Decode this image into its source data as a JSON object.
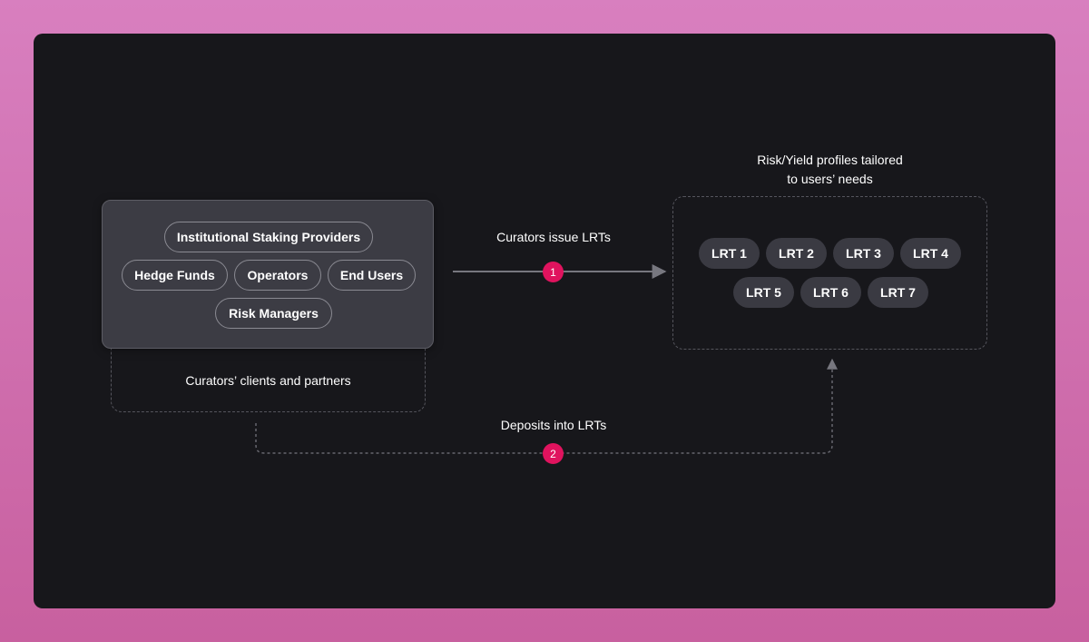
{
  "clients": {
    "pills": [
      "Institutional Staking Providers",
      "Hedge Funds",
      "Operators",
      "End Users",
      "Risk Managers"
    ],
    "caption": "Curators’ clients and partners"
  },
  "lrts": {
    "heading_line1": "Risk/Yield profiles tailored",
    "heading_line2": "to users’ needs",
    "items": [
      "LRT 1",
      "LRT 2",
      "LRT 3",
      "LRT 4",
      "LRT 5",
      "LRT 6",
      "LRT 7"
    ]
  },
  "flows": [
    {
      "step": "1",
      "label": "Curators issue LRTs"
    },
    {
      "step": "2",
      "label": "Deposits into LRTs"
    }
  ],
  "colors": {
    "background_gradient": [
      "#d87fbf",
      "#c8609f"
    ],
    "card": "#17171b",
    "accent": "#e0135e",
    "connector": "#77777f"
  }
}
